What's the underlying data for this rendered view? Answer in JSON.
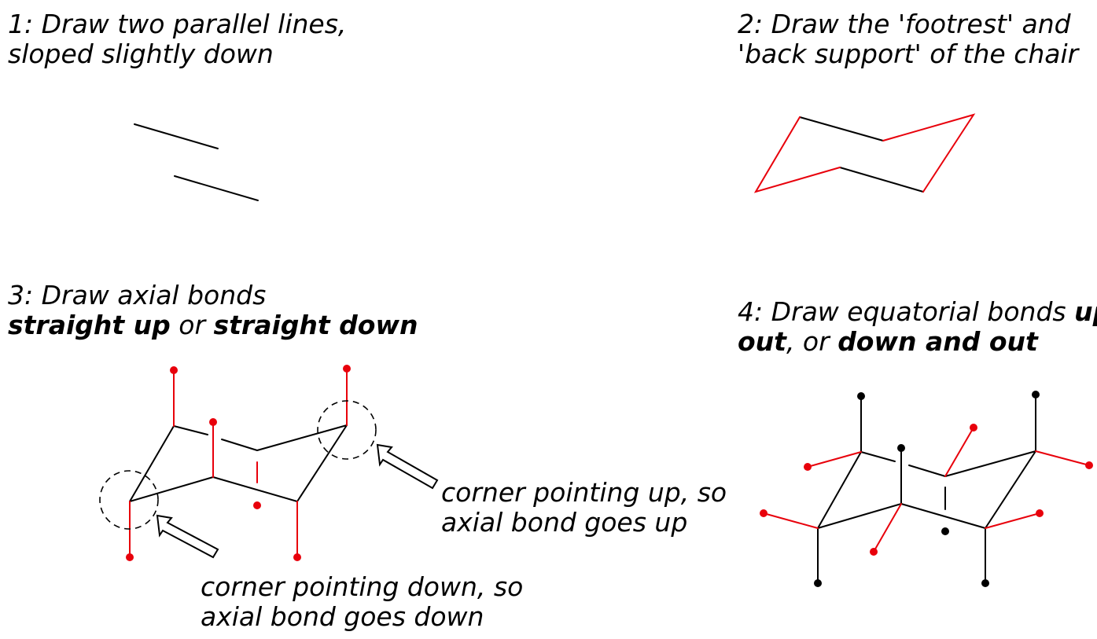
{
  "step1": {
    "line1": "1: Draw two parallel lines,",
    "line2": "sloped slightly down"
  },
  "step2": {
    "line1_a": "2: Draw the ",
    "line1_b": "'footrest' and",
    "line2_a": "'back support'",
    "line2_b": " of the chair"
  },
  "step3": {
    "line1": "3: Draw axial bonds",
    "bold1": "straight up",
    "mid": " or ",
    "bold2": "straight down",
    "annot_up_1": "corner pointing up, so",
    "annot_up_2": "axial bond goes up",
    "annot_down_1": "corner pointing down, so",
    "annot_down_2": "axial bond goes down"
  },
  "step4": {
    "line1_a": "4: Draw equatorial bonds ",
    "line1_b": "up and",
    "line2_a": "out",
    "line2_b": ", or ",
    "line2_c": "down and out"
  },
  "colors": {
    "accent": "#e8000b",
    "line": "#000000"
  }
}
